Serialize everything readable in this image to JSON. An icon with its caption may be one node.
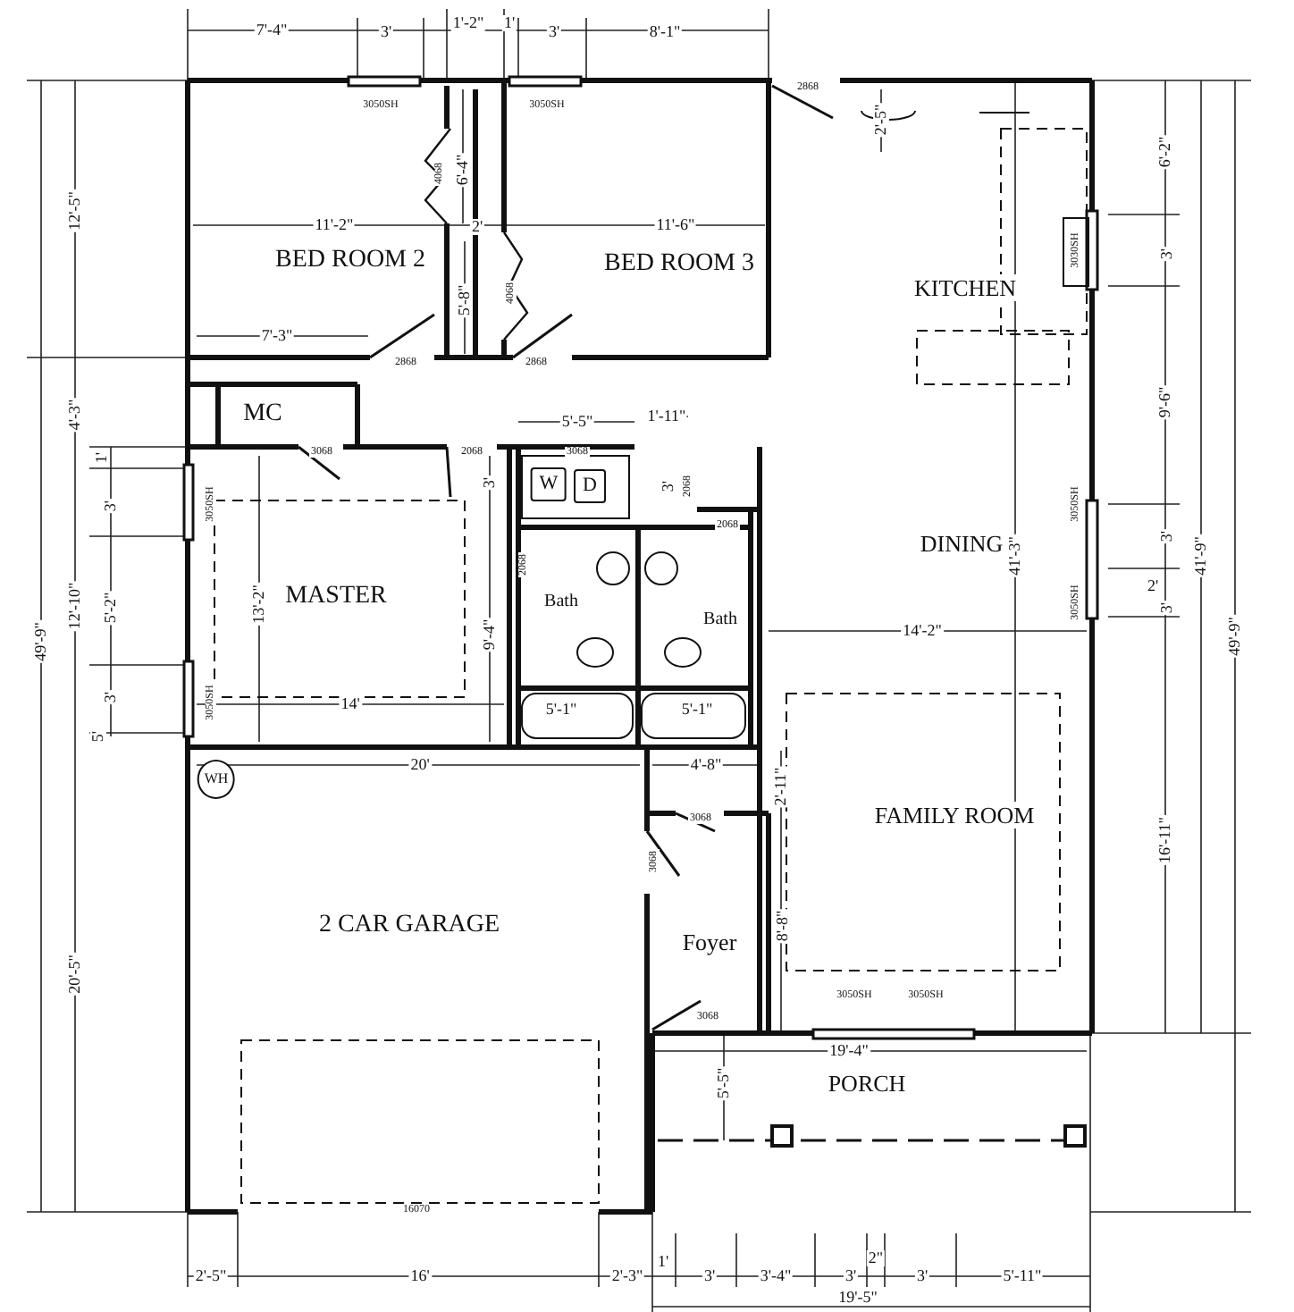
{
  "diagram": {
    "nodes": [
      {
        "text": [
          "BED ROOM 2"
        ]
      },
      {
        "text": [
          "BED ROOM 3"
        ]
      },
      {
        "text": [
          "KITCHEN"
        ]
      },
      {
        "text": [
          "MC"
        ]
      },
      {
        "text": [
          "W"
        ]
      },
      {
        "text": [
          "D"
        ]
      },
      {
        "text": [
          "MASTER"
        ]
      },
      {
        "text": [
          "DINING"
        ]
      },
      {
        "text": [
          "Bath"
        ]
      },
      {
        "text": [
          "Bath"
        ]
      },
      {
        "text": [
          "WH"
        ]
      },
      {
        "text": [
          "FAMILY ROOM"
        ]
      },
      {
        "text": [
          "2 CAR GARAGE"
        ]
      },
      {
        "text": [
          "Foyer"
        ]
      },
      {
        "text": [
          "PORCH"
        ]
      }
    ],
    "labels": [
      "7'-4\"",
      "3'",
      "1'-2\"",
      "1'",
      "3'",
      "8'-1\"",
      "3050SH",
      "3050SH",
      "2868",
      "2'-5\"",
      "6'-2\"",
      "4068",
      "6'-4\"",
      "12'-5\"",
      "11'-2\"",
      "2'",
      "11'-6\"",
      "3'",
      "3030SH",
      "4068",
      "5'-8\"",
      "7'-3\"",
      "2868",
      "2868",
      "4'-3\"",
      "9'-6\"",
      "5'-5\"",
      "1'-11\"",
      "3068",
      "2068",
      "3068",
      "1'",
      "3'",
      "3'",
      "3050SH",
      "2068",
      "2068",
      "2068",
      "3'",
      "3050SH",
      "41'-3\"",
      "41'-9\"",
      "3'",
      "12'-10\"",
      "5'-2\"",
      "13'-2\"",
      "3050SH",
      "2'",
      "3'",
      "9'-4\"",
      "14'-2\"",
      "49'-9\"",
      "49'-9\"",
      "3'",
      "3050SH",
      "14'",
      "5'-1\"",
      "5'-1\"",
      "5'",
      "20'",
      "4'-8\"",
      "2'-11\"",
      "3068",
      "3068",
      "16'-11\"",
      "8'-8\"",
      "20'-5\"",
      "3050SH",
      "3050SH",
      "3068",
      "19'-4\"",
      "5'-5\"",
      "16070",
      "1'",
      "2\"",
      "2'-5\"",
      "16'",
      "2'-3\"",
      "3'",
      "3'-4\"",
      "3'",
      "3'",
      "5'-11\"",
      "19'-5\""
    ]
  }
}
